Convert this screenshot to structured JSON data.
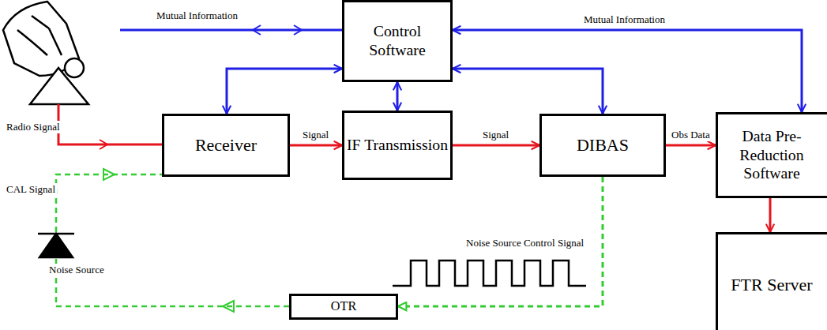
{
  "diagram": {
    "nodes": [
      {
        "text": [
          "Control Software"
        ]
      },
      {
        "text": [
          "Receiver"
        ]
      },
      {
        "text": [
          "IF Transmission"
        ]
      },
      {
        "text": [
          "DIBAS"
        ]
      },
      {
        "text": [
          "Data Pre- Reduction Software"
        ]
      },
      {
        "text": [
          "FTR Server"
        ]
      },
      {
        "text": [
          "OTR"
        ]
      }
    ],
    "edges": [
      {
        "from": 0,
        "to": 1,
        "arrow": "both"
      },
      {
        "from": 0,
        "to": 2,
        "arrow": "both"
      },
      {
        "from": 0,
        "to": 3,
        "arrow": "both"
      },
      {
        "from": 0,
        "to": 4,
        "label": "Mutual Information",
        "arrow": "both"
      },
      {
        "from": 1,
        "to": 2,
        "label": "Signal",
        "arrow": "to"
      },
      {
        "from": 2,
        "to": 3,
        "label": "Signal",
        "arrow": "to"
      },
      {
        "from": 3,
        "to": 4,
        "label": "Obs Data",
        "arrow": "to"
      },
      {
        "from": 4,
        "to": 5,
        "arrow": "to"
      },
      {
        "from": 3,
        "to": 6,
        "arrow": "to"
      }
    ],
    "labels": [
      "Mutual Information",
      "Radio Signal",
      "CAL Signal",
      "Noise Source",
      "Noise Source Control Signal"
    ]
  }
}
